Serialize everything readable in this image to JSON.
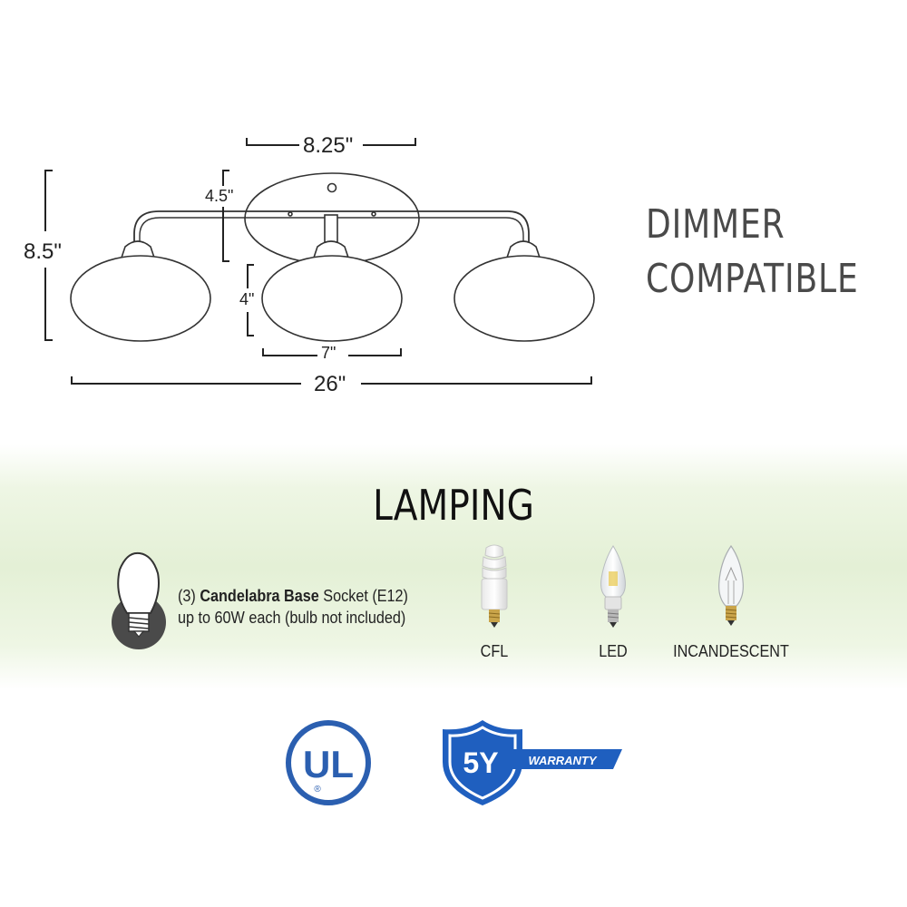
{
  "dimensions": {
    "plate_width": "8.25\"",
    "plate_height": "4.5\"",
    "total_height": "8.5\"",
    "shade_height": "4\"",
    "shade_width": "7\"",
    "total_width": "26\""
  },
  "dimmer": {
    "line1": "DIMMER",
    "line2": "COMPATIBLE"
  },
  "lamping": {
    "title": "LAMPING",
    "socket_count": "(3)",
    "socket_type": "Candelabra Base",
    "socket_suffix": "Socket (E12)",
    "wattage_line": "up to 60W each (bulb not included)",
    "bulbs": [
      {
        "label": "CFL",
        "icon": "cfl-bulb-icon"
      },
      {
        "label": "LED",
        "icon": "led-bulb-icon"
      },
      {
        "label": "INCANDESCENT",
        "icon": "incandescent-bulb-icon"
      }
    ]
  },
  "badges": {
    "ul_mark": "UL",
    "ul_registered": "®",
    "warranty_years": "5Y",
    "warranty_label": "WARRANTY"
  },
  "colors": {
    "ul_blue": "#2b5fb0",
    "warranty_blue": "#1f5fbf",
    "line": "#222222",
    "band_green": "#e4f0d6"
  }
}
